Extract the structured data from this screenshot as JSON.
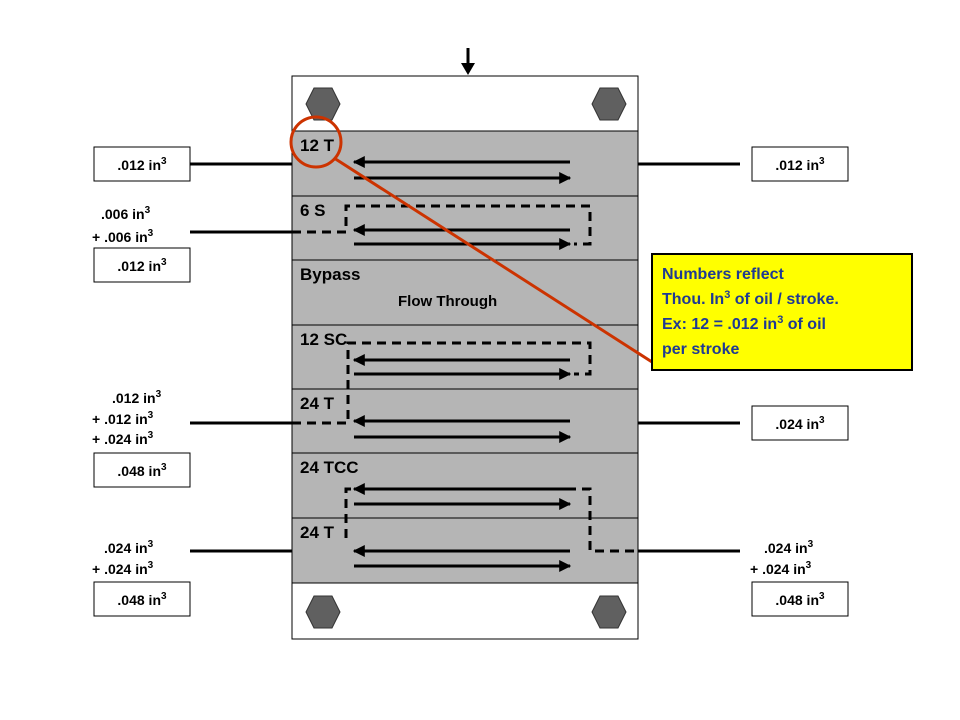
{
  "colors": {
    "block_fill": "#b5b5b5",
    "end_cap_fill": "#ffffff",
    "bolt_fill": "#606060",
    "note_fill": "#ffff00",
    "note_text": "#1f3a93",
    "pointer_line": "#cc3300"
  },
  "sections": [
    {
      "label": "12 T"
    },
    {
      "label": "6  S"
    },
    {
      "label": "Bypass",
      "sub": "Flow Through"
    },
    {
      "label": "12 SC"
    },
    {
      "label": "24 T"
    },
    {
      "label": "24 TCC"
    },
    {
      "label": "24 T"
    }
  ],
  "left_values": {
    "s1_box": {
      "num": ".012 in",
      "exp": "3"
    },
    "s2_line1": {
      "num": ".006 in",
      "exp": "3"
    },
    "s2_line2": {
      "num": "+ .006 in",
      "exp": "3"
    },
    "s2_box": {
      "num": ".012 in",
      "exp": "3"
    },
    "s5_line1": {
      "num": ".012 in",
      "exp": "3"
    },
    "s5_line2": {
      "num": "+ .012 in",
      "exp": "3"
    },
    "s5_line3": {
      "num": "+ .024 in",
      "exp": "3"
    },
    "s5_box": {
      "num": ".048 in",
      "exp": "3"
    },
    "s7_line1": {
      "num": ".024 in",
      "exp": "3"
    },
    "s7_line2": {
      "num": "+ .024 in",
      "exp": "3"
    },
    "s7_box": {
      "num": ".048 in",
      "exp": "3"
    }
  },
  "right_values": {
    "s1_box": {
      "num": ".012 in",
      "exp": "3"
    },
    "s5_box": {
      "num": ".024 in",
      "exp": "3"
    },
    "s7_line1": {
      "num": ".024 in",
      "exp": "3"
    },
    "s7_line2": {
      "num": "+ .024 in",
      "exp": "3"
    },
    "s7_box": {
      "num": ".048 in",
      "exp": "3"
    }
  },
  "note": {
    "line1": "Numbers reflect",
    "line2_pre": "Thou. In",
    "line2_exp": "3",
    "line2_post": " of oil / stroke.",
    "line3_pre": "Ex: 12 = .012 in",
    "line3_exp": "3",
    "line3_post": " of oil",
    "line4": "per stroke"
  }
}
